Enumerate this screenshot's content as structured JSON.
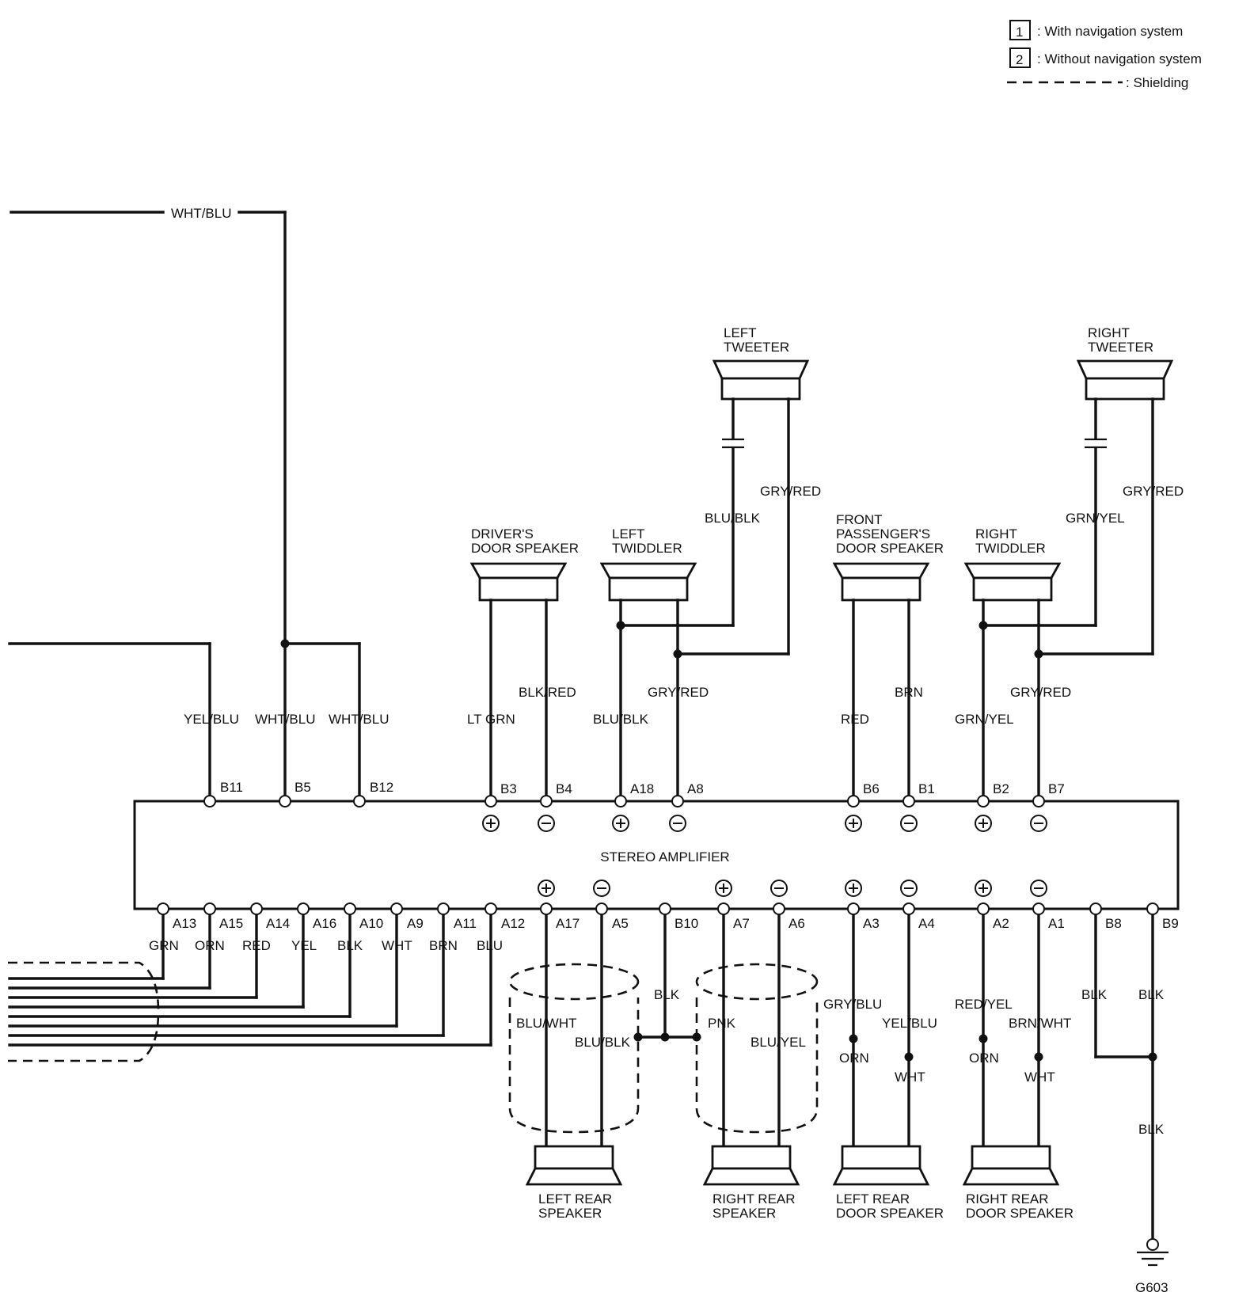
{
  "legend": {
    "item1_number": "1",
    "item1_text": ": With navigation system",
    "item2_number": "2",
    "item2_text": ": Without navigation system",
    "shielding_text": ": Shielding"
  },
  "amplifier": {
    "label": "STEREO AMPLIFIER"
  },
  "wires": {
    "top_wht_blu": "WHT/BLU",
    "b11": "YEL/BLU",
    "b5": "WHT/BLU",
    "b12": "WHT/BLU",
    "b3": "LT GRN",
    "b4": "BLK/RED",
    "a18": "BLU/BLK",
    "a8": "GRY/RED",
    "b6": "RED",
    "b1": "BRN",
    "b2": "GRN/YEL",
    "b7": "GRY/RED",
    "left_tweeter_plus": "BLU/BLK",
    "left_tweeter_minus": "GRY/RED",
    "right_tweeter_plus": "GRN/YEL",
    "right_tweeter_minus": "GRY/RED",
    "a13": "GRN",
    "a15": "ORN",
    "a14": "RED",
    "a16": "YEL",
    "a10": "BLK",
    "a9": "WHT",
    "a11": "BRN",
    "a12": "BLU",
    "a17": "BLU/WHT",
    "a5": "BLU/BLK",
    "b10": "BLK",
    "a7": "PNK",
    "a6": "BLU/YEL",
    "a3_upper": "GRY/BLU",
    "a3_lower": "ORN",
    "a4_upper": "YEL/BLU",
    "a4_lower": "WHT",
    "a2_upper": "RED/YEL",
    "a2_lower": "ORN",
    "a1_upper": "BRN/WHT",
    "a1_lower": "WHT",
    "b8": "BLK",
    "b9": "BLK",
    "ground_wire": "BLK"
  },
  "pins_top": {
    "b11": "B11",
    "b5": "B5",
    "b12": "B12",
    "b3": "B3",
    "b4": "B4",
    "a18": "A18",
    "a8": "A8",
    "b6": "B6",
    "b1": "B1",
    "b2": "B2",
    "b7": "B7"
  },
  "pins_bottom": {
    "a13": "A13",
    "a15": "A15",
    "a14": "A14",
    "a16": "A16",
    "a10": "A10",
    "a9": "A9",
    "a11": "A11",
    "a12": "A12",
    "a17": "A17",
    "a5": "A5",
    "b10": "B10",
    "a7": "A7",
    "a6": "A6",
    "a3": "A3",
    "a4": "A4",
    "a2": "A2",
    "a1": "A1",
    "b8": "B8",
    "b9": "B9"
  },
  "speakers": {
    "drivers_door": [
      "DRIVER'S",
      "DOOR SPEAKER"
    ],
    "left_twiddler": [
      "LEFT",
      "TWIDDLER"
    ],
    "left_tweeter": [
      "LEFT",
      "TWEETER"
    ],
    "front_passengers_door": [
      "FRONT",
      "PASSENGER'S",
      "DOOR SPEAKER"
    ],
    "right_twiddler": [
      "RIGHT",
      "TWIDDLER"
    ],
    "right_tweeter": [
      "RIGHT",
      "TWEETER"
    ],
    "left_rear": [
      "LEFT REAR",
      "SPEAKER"
    ],
    "right_rear": [
      "RIGHT REAR",
      "SPEAKER"
    ],
    "left_rear_door": [
      "LEFT REAR",
      "DOOR SPEAKER"
    ],
    "right_rear_door": [
      "RIGHT REAR",
      "DOOR SPEAKER"
    ]
  },
  "ground": {
    "label": "G603"
  }
}
